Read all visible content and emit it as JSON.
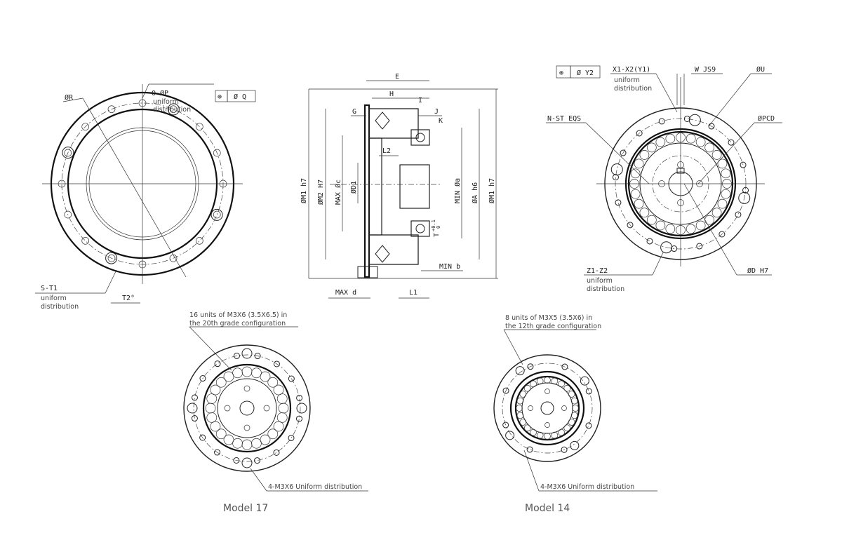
{
  "left_view": {
    "phi_r": "ØR",
    "holes_label": "O-ØP",
    "holes_note_1": "uniform",
    "holes_note_2": "distribution",
    "tolerance_symbol": "⊕",
    "tolerance_value": "Ø Q",
    "screws_label": "S-T1",
    "screws_note_1": "uniform",
    "screws_note_2": "distribution",
    "angle_label": "T2°"
  },
  "section_view": {
    "E": "E",
    "H": "H",
    "I": "I",
    "G": "G",
    "J": "J",
    "K": "K",
    "L2": "L2",
    "m1_left": "ØM1 h7",
    "m2": "ØM2 H7",
    "max_c": "MAX Øc",
    "d1": "ØD1",
    "min_a": "MIN Øa",
    "a_h6": "ØA h6",
    "m1_right": "ØM1 h7",
    "T": "T",
    "T_tol_upper": "+0.1",
    "T_tol_lower": "0",
    "min_b": "MIN b",
    "max_d": "MAX d",
    "L1": "L1"
  },
  "right_view": {
    "tolerance_symbol": "⊕",
    "tolerance_value": "Ø Y2",
    "x_label": "X1-X2(Y1)",
    "x_note_1": "uniform",
    "x_note_2": "distribution",
    "w_label": "W JS9",
    "u_label": "ØU",
    "n_label": "N-ST EQS",
    "pcd_label": "ØPCD",
    "z_label": "Z1-Z2",
    "z_note_1": "uniform",
    "z_note_2": "distribution",
    "d_label": "ØD H7"
  },
  "model17": {
    "note_1": "16 units of M3X6 (3.5X6.5) in",
    "note_2": "the 20th grade configuration",
    "bolt_note": "4-M3X6  Uniform distribution",
    "title": "Model 17"
  },
  "model14": {
    "note_1": "8 units of M3X5 (3.5X6) in",
    "note_2": "the 12th grade configuration",
    "bolt_note": "4-M3X6  Uniform distribution",
    "title": "Model 14"
  }
}
